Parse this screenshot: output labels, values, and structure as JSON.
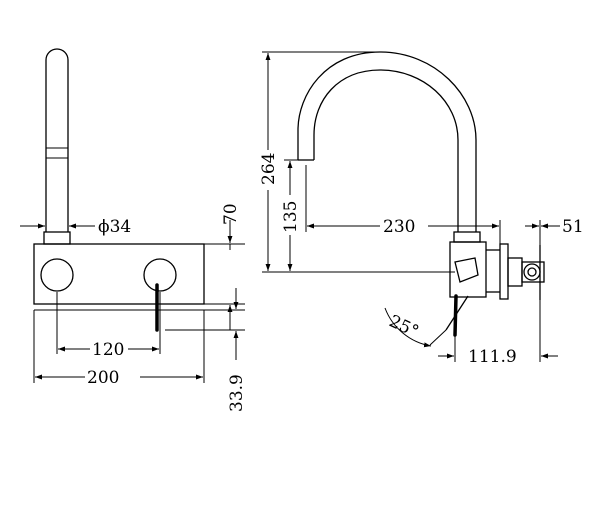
{
  "dimensions": {
    "spout_diameter": "ϕ34",
    "plate_height": "70",
    "centres": "120",
    "plate_width": "200",
    "handle_offset": "33.9",
    "total_height": "264",
    "outlet_height": "135",
    "reach": "230",
    "body_depth": "51",
    "projection": "111.9",
    "handle_angle": "25°"
  }
}
